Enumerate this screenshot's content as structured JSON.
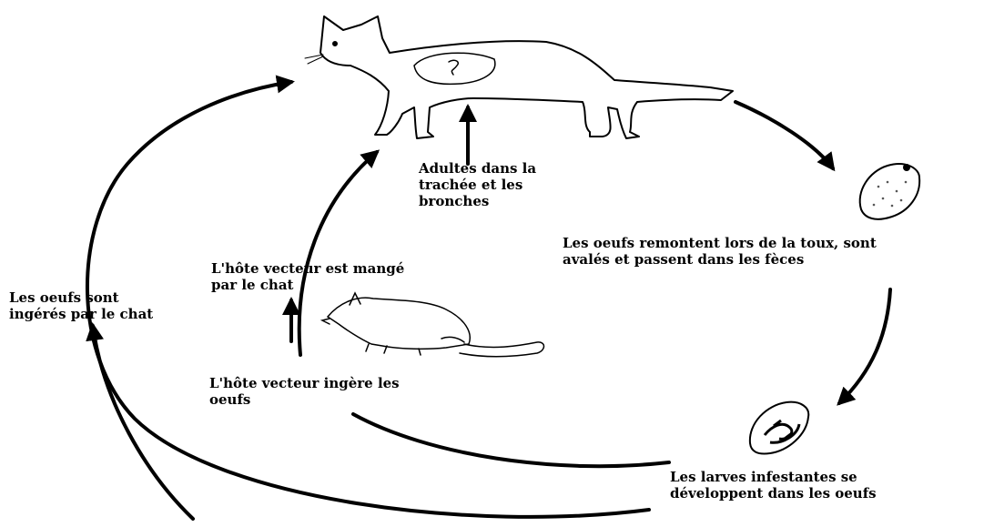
{
  "colors": {
    "ink": "#000000",
    "background": "#ffffff",
    "cat_fill": "#ffffff"
  },
  "icons": {
    "cat": "cat-illustration",
    "rat": "rodent-illustration",
    "egg": "egg-illustration",
    "larva_egg": "larva-egg-illustration"
  },
  "labels": {
    "adults": "Adultes dans la\ntrachée et les\nbronches",
    "eggs_cough": "Les oeufs remontent lors de la toux, sont\navalés et passent dans les fèces",
    "host_eaten": "L'hôte vecteur est mangé\npar le chat",
    "eggs_ingested": "Les oeufs sont\ningérés par le chat",
    "host_ingests": "L'hôte vecteur ingère les\noeufs",
    "larvae": "Les larves infestantes se\ndéveloppent dans les oeufs"
  }
}
